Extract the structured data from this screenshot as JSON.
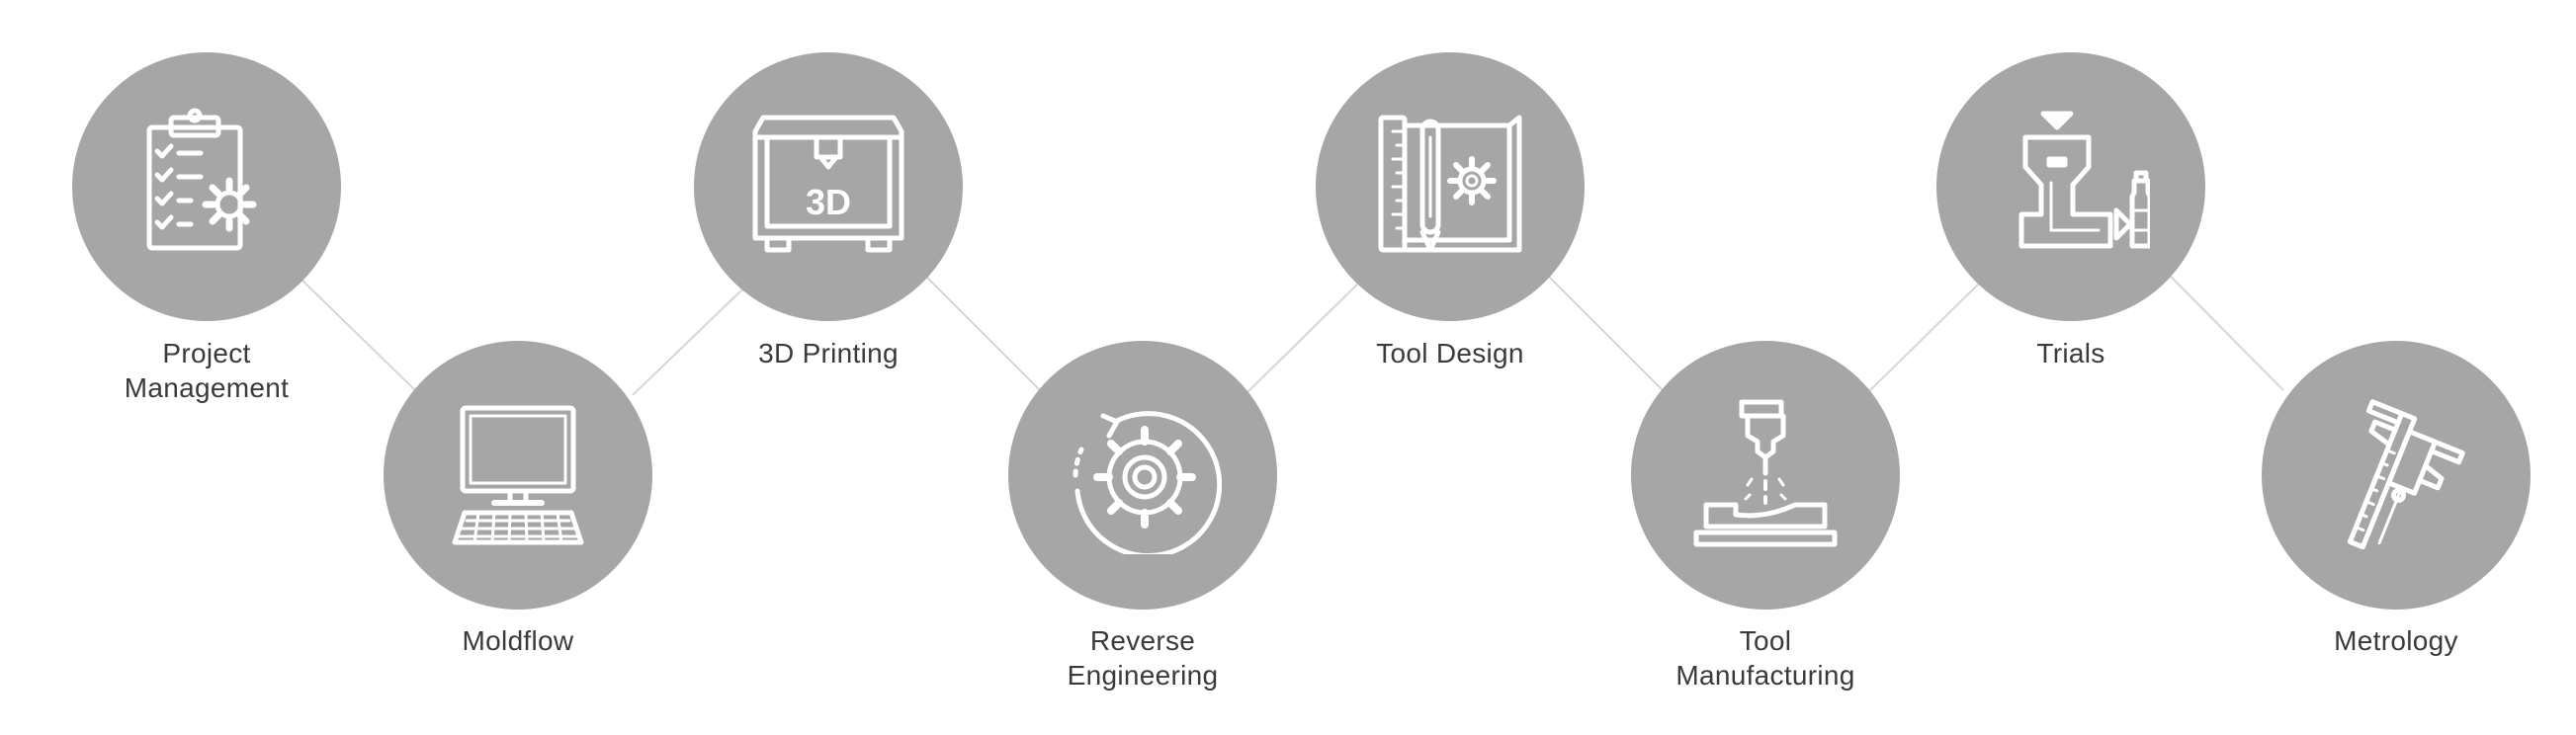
{
  "colors": {
    "circle": "#a6a6a6",
    "icon": "#ffffff",
    "label": "#3a3a3a",
    "connector": "#d6d6d6"
  },
  "steps": [
    {
      "lines": [
        "Project",
        "Management"
      ],
      "icon": "clipboard-gear-icon"
    },
    {
      "lines": [
        "Moldflow"
      ],
      "icon": "computer-keyboard-icon"
    },
    {
      "lines": [
        "3D Printing"
      ],
      "icon": "3d-printer-icon",
      "icon_text": "3D"
    },
    {
      "lines": [
        "Reverse",
        "Engineering"
      ],
      "icon": "rotating-gear-icon"
    },
    {
      "lines": [
        "Tool Design"
      ],
      "icon": "blueprint-pencil-gear-icon"
    },
    {
      "lines": [
        "Tool",
        "Manufacturing"
      ],
      "icon": "cnc-milling-icon"
    },
    {
      "lines": [
        "Trials"
      ],
      "icon": "injection-mold-bottle-icon"
    },
    {
      "lines": [
        "Metrology"
      ],
      "icon": "caliper-icon"
    }
  ]
}
